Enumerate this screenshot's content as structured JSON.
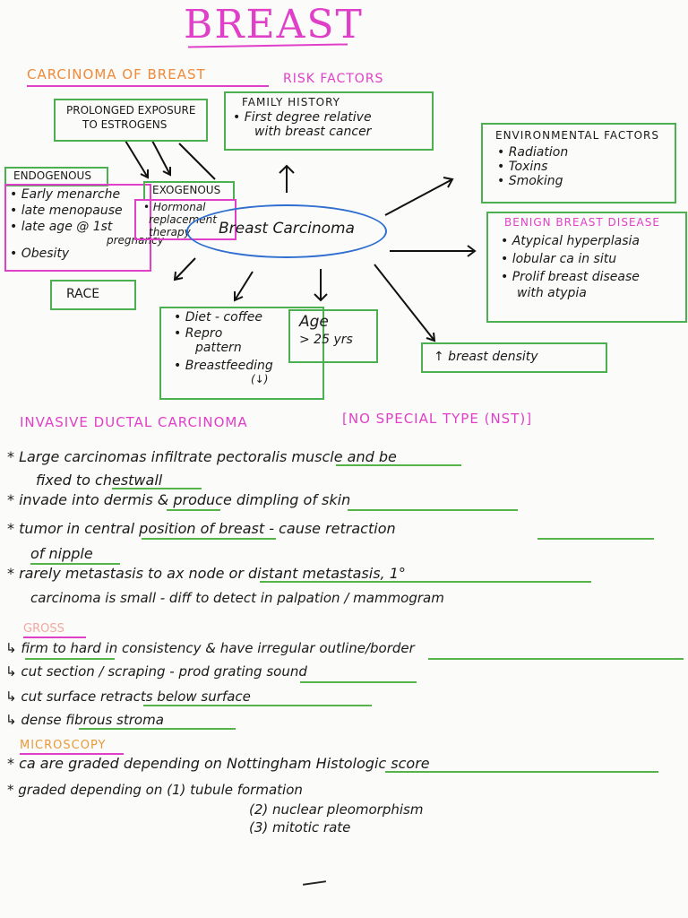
{
  "title": "BREAST",
  "section1": "CARCINOMA OF BREAST",
  "risk_factors": "RISK FACTORS",
  "estrogen_box": [
    "PROLONGED EXPOSURE",
    "TO ESTROGENS"
  ],
  "family_history": {
    "title": "FAMILY HISTORY",
    "items": [
      "• First degree relative",
      "with breast cancer"
    ]
  },
  "environmental": {
    "title": "ENVIRONMENTAL FACTORS",
    "items": [
      "• Radiation",
      "• Toxins",
      "• Smoking"
    ]
  },
  "endogenous": {
    "title": "ENDOGENOUS",
    "items": [
      "• Early menarche",
      "• late menopause",
      "• late age @ 1st",
      "pregnancy",
      "• Obesity"
    ]
  },
  "exogenous": {
    "title": "EXOGENOUS",
    "items": [
      "• Hormonal",
      "replacement",
      "therapy"
    ]
  },
  "center": "Breast Carcinoma",
  "benign": {
    "title": "BENIGN BREAST DISEASE",
    "items": [
      "• Atypical hyperplasia",
      "• lobular ca in situ",
      "• Prolif breast disease",
      "with atypia"
    ]
  },
  "race": "RACE",
  "diet_box": [
    "• Diet - coffee",
    "• Repro",
    "pattern",
    "• Breastfeeding",
    "(↓)"
  ],
  "age_box": [
    "Age",
    "> 25 yrs"
  ],
  "density": "↑ breast density",
  "section2": {
    "title": "INVASIVE DUCTAL CARCINOMA",
    "subtitle": "[NO SPECIAL TYPE (NST)]"
  },
  "points": [
    "* Large carcinomas infiltrate pectoralis muscle and be",
    "fixed to chestwall",
    "* invade into dermis & produce dimpling of skin",
    "* tumor in central position of breast - cause retraction",
    "of nipple",
    "* rarely metastasis to ax node or distant metastasis, 1°",
    "carcinoma is small - diff to detect in palpation / mammogram"
  ],
  "gross": {
    "title": "GROSS",
    "items": [
      "↳ firm to hard in consistency & have irregular outline/border",
      "↳ cut section / scraping - prod grating sound",
      "↳ cut surface retracts below surface",
      "↳ dense fibrous stroma"
    ]
  },
  "microscopy": {
    "title": "MICROSCOPY",
    "items": [
      "* ca are graded depending on Nottingham Histologic score",
      "* graded depending on (1) tubule formation",
      "(2) nuclear pleomorphism",
      "(3) mitotic rate"
    ]
  }
}
